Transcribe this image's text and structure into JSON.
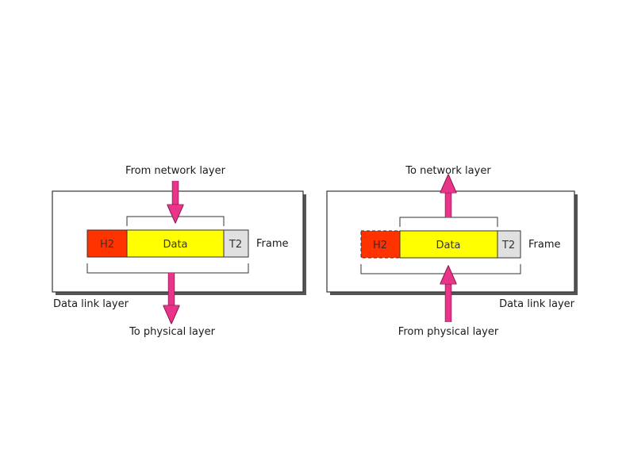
{
  "colors": {
    "header": "#ff3300",
    "data": "#ffff00",
    "trailer": "#e0e0e0",
    "arrow": "#e8358a",
    "box_shadow": "#555555"
  },
  "left_panel": {
    "top_label": "From network layer",
    "bottom_label": "To physical layer",
    "layer_label": "Data link layer",
    "header": "H2",
    "data": "Data",
    "trailer": "T2",
    "frame_label": "Frame"
  },
  "right_panel": {
    "top_label": "To network layer",
    "bottom_label": "From physical layer",
    "layer_label": "Data link layer",
    "header": "H2",
    "data": "Data",
    "trailer": "T2",
    "frame_label": "Frame"
  }
}
